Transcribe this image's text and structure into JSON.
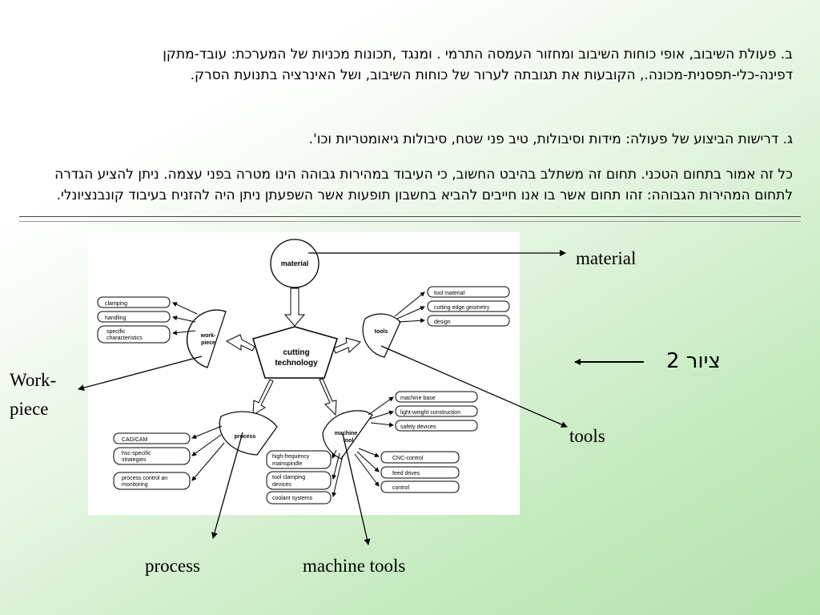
{
  "paragraphs": [
    "ב. פעולת השיבוב, אופי כוחות השיבוב ומחזור העמסה התרמי . ומנגד ,תכונות מכניות של המערכת: עובד-מתקן דפינה-כלי-תפסנית-מכונה., הקובעות את תגובתה לערור של כוחות השיבוב, ושל האינרציה בתנועת הסרק.",
    "ג. דרישות הביצוע של פעולה: מידות וסיבולות, טיב פני שטח, סיבולות גיאומטריות וכו'.",
    "כל זה אמור בתחום הטכני. תחום זה משתלב בהיבט החשוב, כי העיבוד במהירות גבוהה הינו מטרה בפני עצמה. ניתן להציע הגדרה לתחום המהירות הגבוהה: זהו תחום אשר בו אנו חייבים להביא בחשבון תופעות אשר השפעתן ניתן היה להזניח בעיבוד קונבנציונלי."
  ],
  "figure_label": "ציור 2",
  "external_labels": {
    "material": "material",
    "workpiece_line1": "Work-",
    "workpiece_line2": "piece",
    "tools": "tools",
    "process": "process",
    "machine_tools": "machine tools"
  },
  "diagram": {
    "center_line1": "cutting",
    "center_line2": "technology",
    "material": "material",
    "workpiece_line1": "work-",
    "workpiece_line2": "piece",
    "tools": "tools",
    "process": "process",
    "machine_line1": "machine",
    "machine_line2": "tool",
    "workpiece_items": [
      "clamping",
      "handling",
      "specific",
      "characteristics"
    ],
    "tools_items": [
      "tool material",
      "cutting edge geometry",
      "design"
    ],
    "machine_top_items": [
      "machine base",
      "light-weight construction",
      "safety devices"
    ],
    "machine_bottom_items": [
      "CNC-control",
      "feed drives",
      "control"
    ],
    "machine_left_items": [
      "high-frequency",
      "mainspindle",
      "tool clamping",
      "devices",
      "coolant systems"
    ],
    "process_items": [
      "CAD/CAM",
      "hsc-specific",
      "strategies",
      "process control an",
      "monitoring"
    ]
  }
}
